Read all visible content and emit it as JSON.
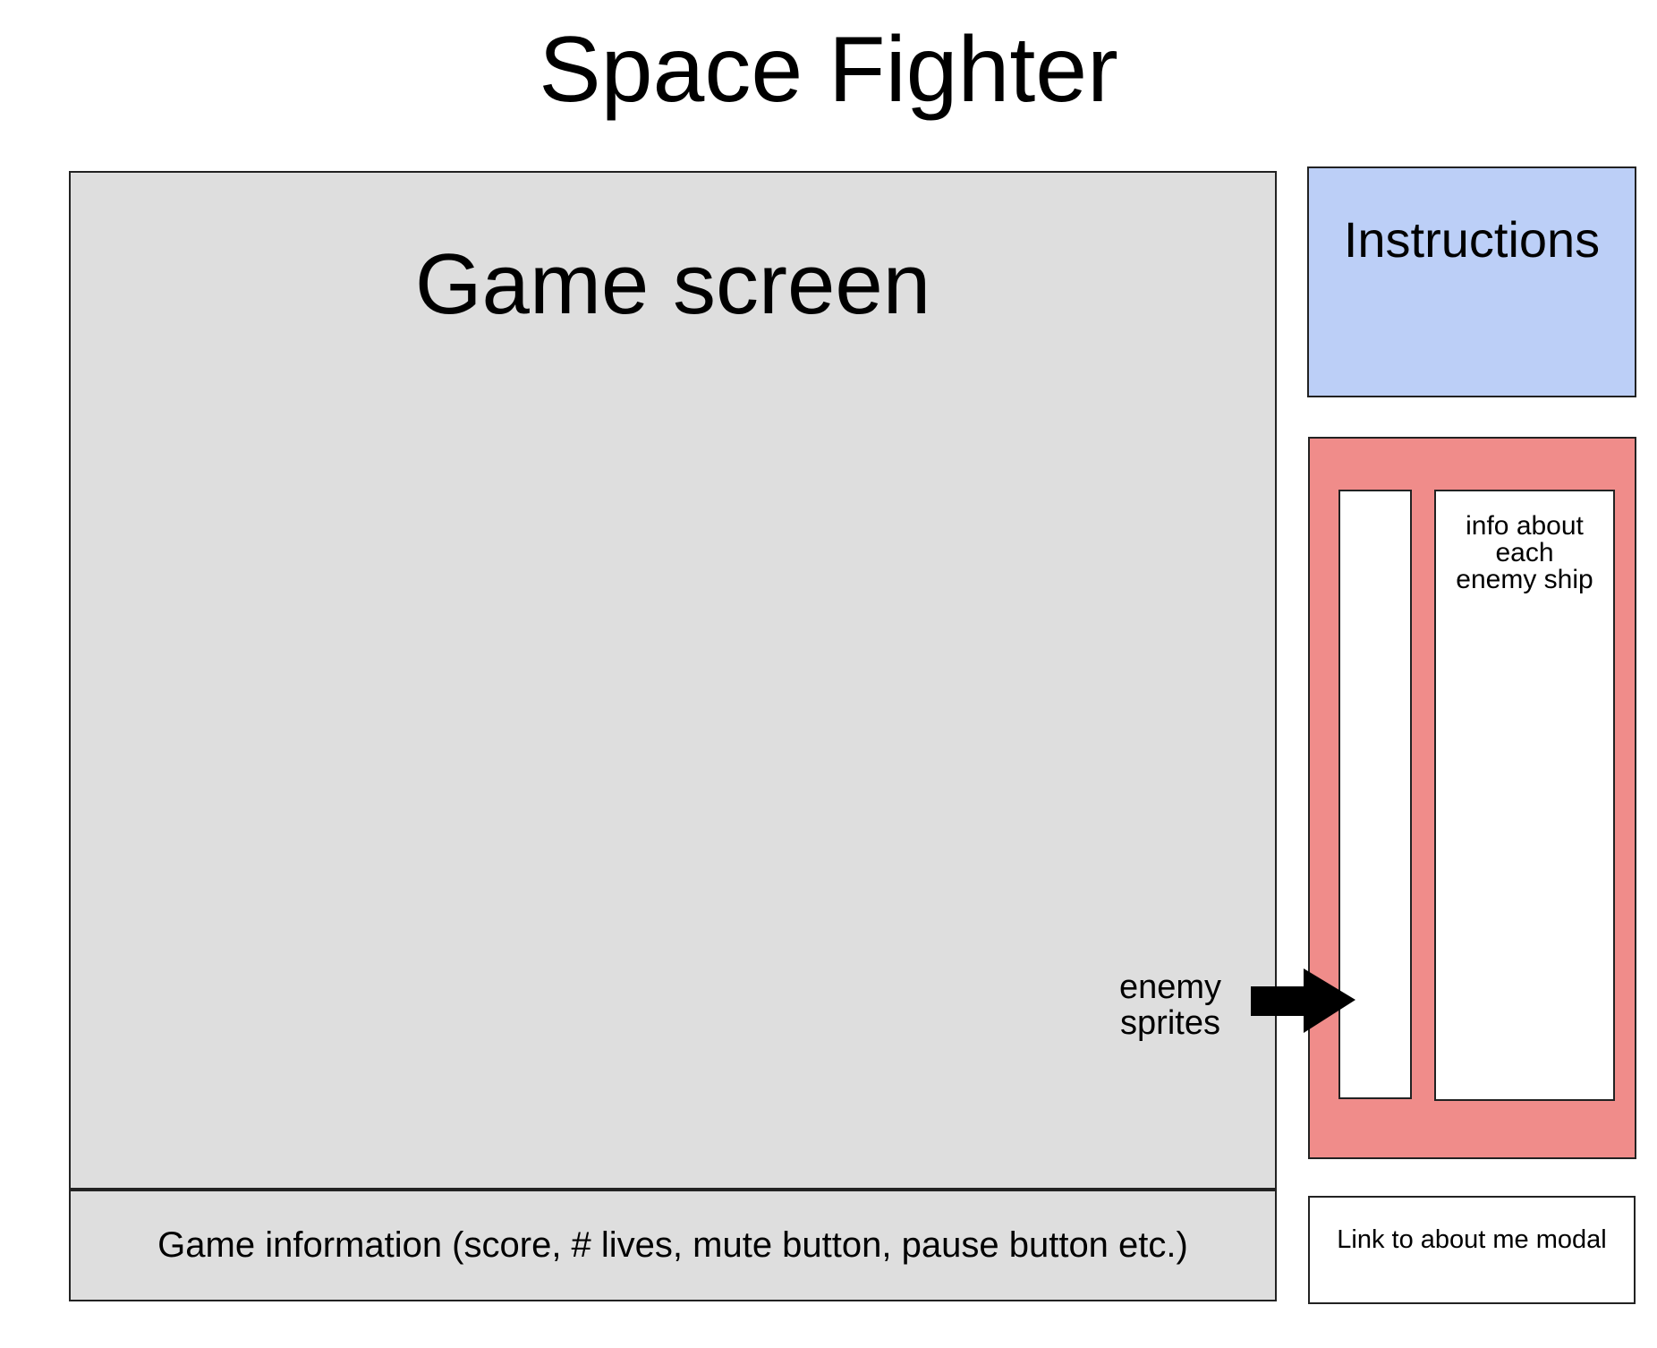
{
  "title": "Space Fighter",
  "game_screen": {
    "label": "Game screen",
    "info_bar": "Game information (score, # lives, mute button, pause button etc.)"
  },
  "sidebar": {
    "instructions": "Instructions",
    "enemy_info": "info about each enemy ship",
    "about_link": "Link to about me modal"
  },
  "annotations": {
    "enemy_sprites": "enemy sprites"
  },
  "colors": {
    "game_area": "#dedede",
    "instructions_panel": "#bccff7",
    "enemy_panel": "#f08c8a"
  }
}
